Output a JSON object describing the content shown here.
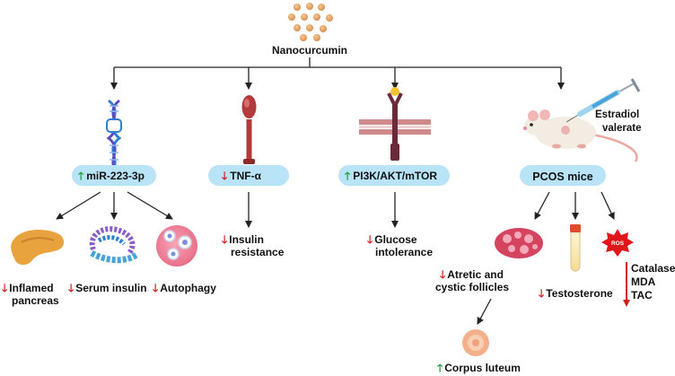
{
  "title": "Nanocurcumin",
  "colors": {
    "pill": "#b9e3f7",
    "up_arrow": "#1f9a3a",
    "down_arrow": "#d21c1c",
    "line": "#222222",
    "particle": "#e3a86e"
  },
  "branches": {
    "mirna": {
      "label": "miR-223-3p",
      "direction": "up",
      "icon": "dna-icon",
      "outcomes": [
        {
          "icon": "pancreas-icon",
          "lines": [
            "Inflamed",
            "pancreas"
          ],
          "direction": "down"
        },
        {
          "icon": "insulin-molecule-icon",
          "lines": [
            "Serum insulin"
          ],
          "direction": "down"
        },
        {
          "icon": "autophagy-cell-icon",
          "lines": [
            "Autophagy"
          ],
          "direction": "down"
        }
      ]
    },
    "tnf": {
      "label": "TNF-α",
      "direction": "down",
      "icon": "cytokine-icon",
      "outcome": {
        "lines": [
          "Insulin",
          "resistance"
        ],
        "direction": "down"
      }
    },
    "pi3k": {
      "label": "PI3K/AKT/mTOR",
      "direction": "up",
      "icon": "receptor-icon",
      "outcome": {
        "lines": [
          "Glucose",
          "intolerance"
        ],
        "direction": "down"
      }
    },
    "pcos": {
      "label": "PCOS mice",
      "icon": "mouse-icon",
      "injection": {
        "icon": "syringe-icon",
        "lines": [
          "Estradiol",
          "valerate"
        ]
      },
      "outcomes": [
        {
          "icon": "follicles-icon",
          "lines": [
            "Atretic and",
            "cystic follicles"
          ],
          "direction": "down"
        },
        {
          "icon": "test-tube-icon",
          "lines": [
            "Testosterone"
          ],
          "direction": "down"
        },
        {
          "icon": "ros-icon",
          "badge": "ROS",
          "lines": [
            "Catalase",
            "MDA",
            "TAC"
          ],
          "direction": "down"
        }
      ],
      "sub_outcome": {
        "icon": "corpus-luteum-icon",
        "lines": [
          "Corpus luteum"
        ],
        "direction": "up"
      }
    }
  }
}
